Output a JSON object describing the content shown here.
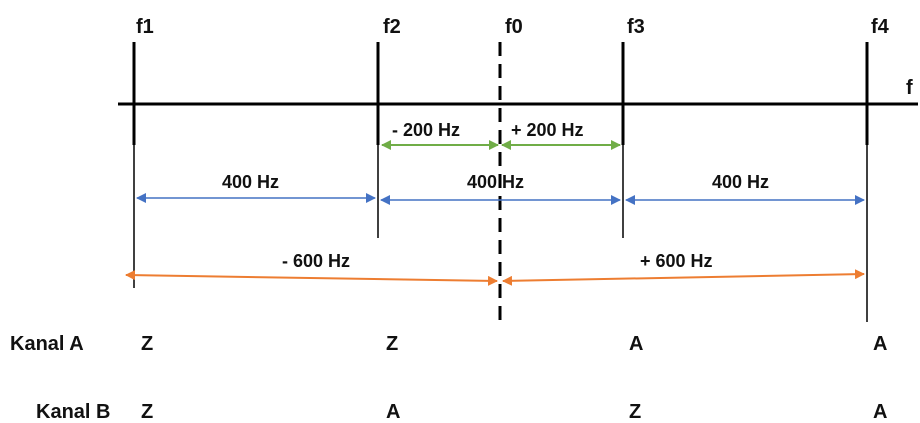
{
  "axis": {
    "label": "f",
    "freq_labels": [
      "f1",
      "f2",
      "f0",
      "f3",
      "f4"
    ]
  },
  "intervals": {
    "inner_left": "- 200 Hz",
    "inner_right": "+ 200 Hz",
    "mid_1": "400 Hz",
    "mid_2": "400 Hz",
    "mid_3": "400 Hz",
    "outer_left": "- 600 Hz",
    "outer_right": "+ 600 Hz"
  },
  "channels": [
    {
      "label": "Kanal A",
      "values": [
        "Z",
        "Z",
        "A",
        "A"
      ]
    },
    {
      "label": "Kanal B",
      "values": [
        "Z",
        "A",
        "Z",
        "A"
      ]
    }
  ],
  "colors": {
    "axis": "#000000",
    "inner_arrows": "#70ad47",
    "mid_arrows": "#4472c4",
    "outer_arrows": "#ed7d31"
  }
}
